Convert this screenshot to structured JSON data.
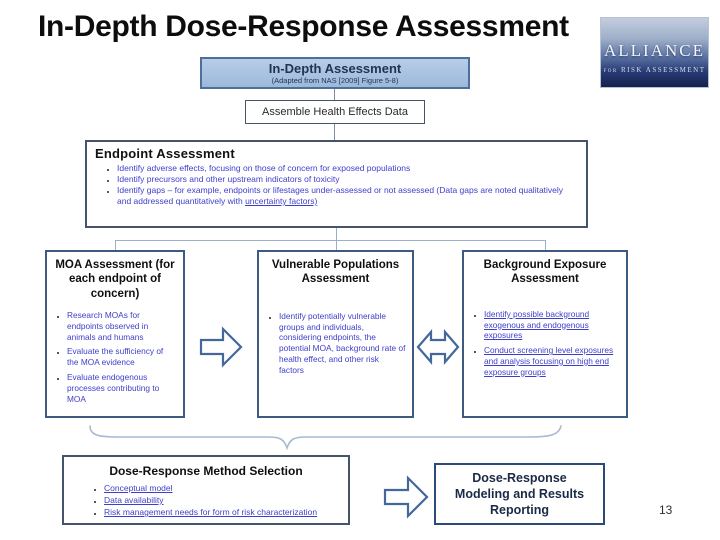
{
  "slide": {
    "title": "In-Depth Dose-Response Assessment",
    "page_number": "13"
  },
  "logo": {
    "title": "ALLIANCE",
    "tagline": "for RISK ASSESSMENT"
  },
  "flowchart": {
    "header": {
      "title": "In-Depth Assessment",
      "subtitle": "(Adapted from NAS [2009] Figure 5-8)"
    },
    "assemble": {
      "label": "Assemble Health Effects Data"
    },
    "endpoint": {
      "title": "Endpoint Assessment",
      "bullets": [
        {
          "text": "Identify adverse effects, focusing on those of concern for exposed populations"
        },
        {
          "text": "Identify precursors and other upstream indicators of toxicity"
        },
        {
          "text": "Identify gaps – for example, endpoints or lifestages under-assessed or not assessed (Data gaps are noted qualitatively and addressed quantitatively with ",
          "link": "uncertainty factors)"
        }
      ]
    },
    "moa": {
      "title": "MOA Assessment (for each endpoint of concern)",
      "bullets": [
        "Research MOAs for endpoints observed in animals and humans",
        "Evaluate the sufficiency of the MOA evidence",
        "Evaluate endogenous processes contributing to MOA"
      ]
    },
    "vulnerable": {
      "title": "Vulnerable Populations Assessment",
      "bullets": [
        "Identify potentially vulnerable groups and individuals, considering endpoints, the potential MOA, background rate of health effect, and other risk factors"
      ]
    },
    "background": {
      "title": "Background Exposure Assessment",
      "links": [
        "Identify possible background exogenous and endogenous exposures",
        "Conduct screening level exposures and analysis focusing on high end exposure groups"
      ]
    },
    "method_selection": {
      "title": "Dose-Response Method Selection",
      "links": [
        "Conceptual model",
        "Data availability",
        "Risk management needs for form of risk characterization"
      ]
    },
    "modeling": {
      "title": "Dose-Response Modeling and Results Reporting"
    }
  },
  "colors": {
    "header_fill": "#a9c3e1",
    "header_border": "#4e6f9c",
    "box_border": "#44546a",
    "column_box_border": "#3e5a80",
    "bullet_link_blue": "#3e3ecb",
    "arrow_outline": "#44679c",
    "brace": "#a6bad2",
    "logo_navy": "#16224c"
  }
}
